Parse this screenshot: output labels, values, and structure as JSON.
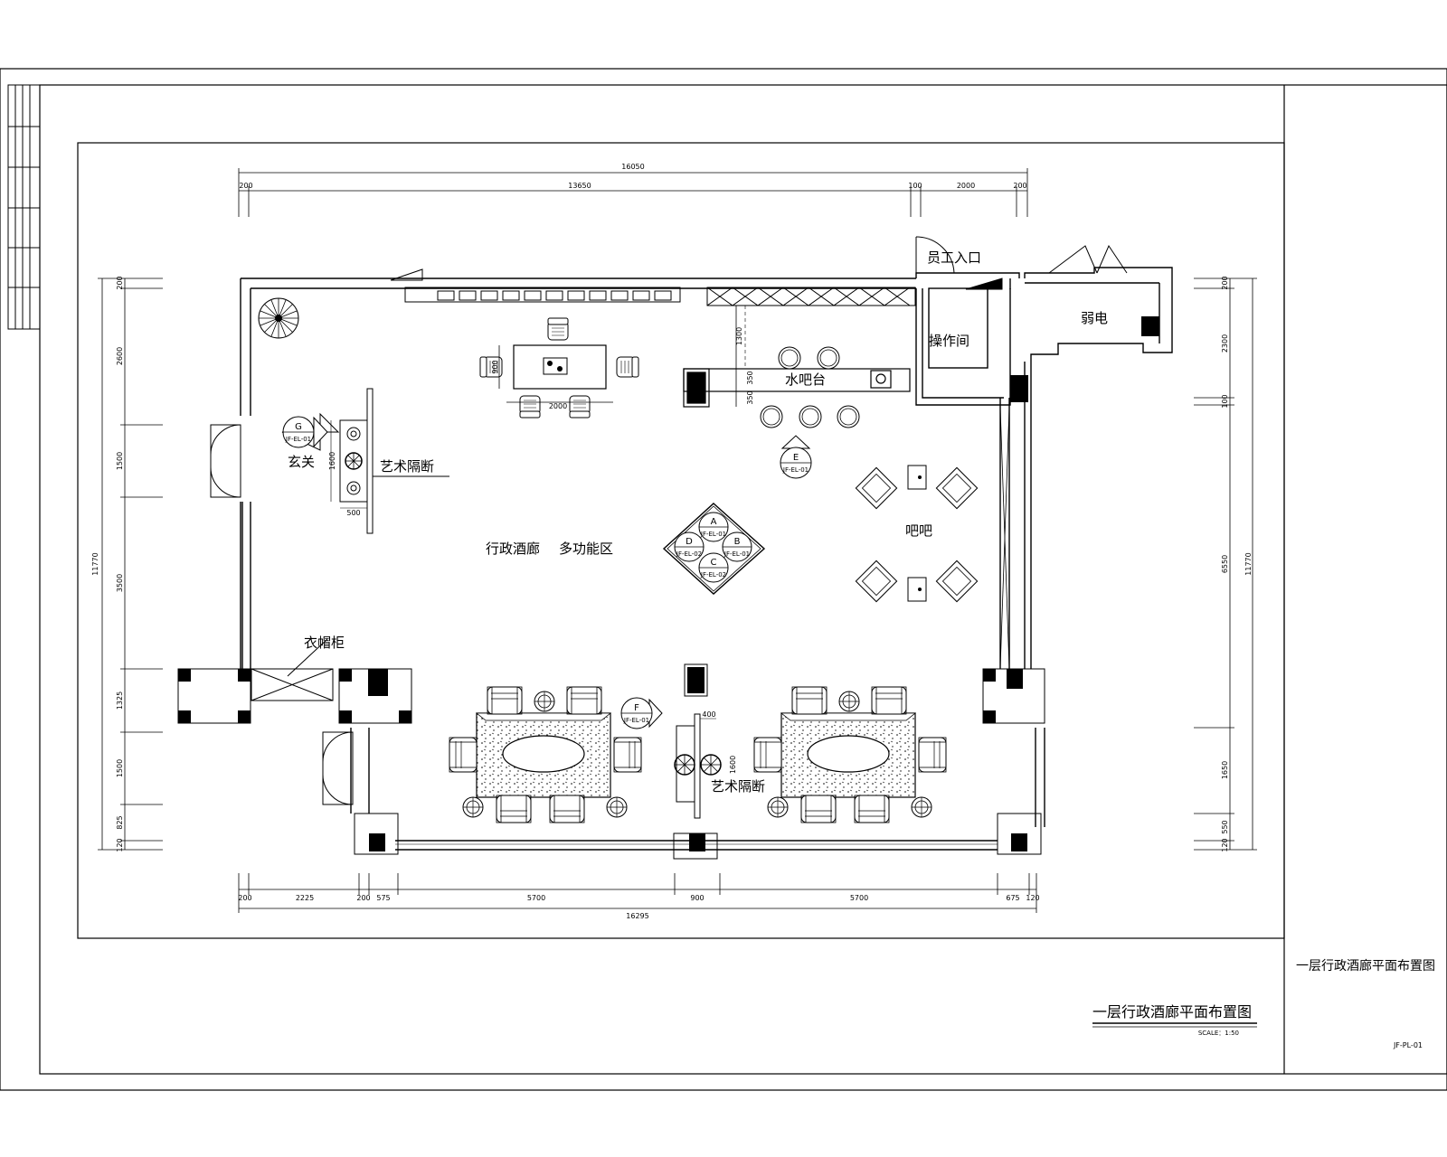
{
  "title_block": {
    "sheet_title": "一层行政酒廊平面布置图",
    "side_title": "一层行政酒廊平面布置图",
    "scale": "SCALE：1:50",
    "drawing_number": "JF-PL-01"
  },
  "rooms": {
    "entrance": "玄关",
    "art_partition_1": "艺术隔断",
    "lounge": "行政酒廊",
    "multi_area": "多功能区",
    "water_bar": "水吧台",
    "operation_room": "操作间",
    "staff_entry": "员工入口",
    "weak_current": "弱电",
    "bar": "吧吧",
    "coat_room": "衣帽柜",
    "art_partition_2": "艺术隔断"
  },
  "dimensions": {
    "top_total": "16050",
    "top_segs": [
      "200",
      "13650",
      "100",
      "2000",
      "200"
    ],
    "bottom_total": "16295",
    "bottom_segs": [
      "200",
      "2225",
      "200",
      "575",
      "5700",
      "900",
      "5700",
      "675",
      "120"
    ],
    "left_total": "11770",
    "left_segs": [
      "200",
      "2600",
      "1500",
      "3500",
      "1325",
      "1500",
      "825",
      "120"
    ],
    "right_total": "11770",
    "right_segs": [
      "200",
      "2300",
      "100",
      "6550",
      "1650",
      "550",
      "120"
    ],
    "table_w": "2000",
    "table_h": "900",
    "bar_a": "1300",
    "bar_b": "350",
    "bar_c": "350",
    "part1_h": "1600",
    "part1_w": "500",
    "part2_w": "400",
    "part2_h": "1600"
  },
  "elevation_tags": {
    "g": {
      "letter": "G",
      "sheet": "JF-EL-01"
    },
    "e": {
      "letter": "E",
      "sheet": "JF-EL-01"
    },
    "a": {
      "letter": "A",
      "sheet": "JF-EL-01"
    },
    "b": {
      "letter": "B",
      "sheet": "JF-EL-01"
    },
    "c": {
      "letter": "C",
      "sheet": "JF-EL-02"
    },
    "d": {
      "letter": "D",
      "sheet": "JF-EL-02"
    },
    "f": {
      "letter": "F",
      "sheet": "JF-EL-01"
    }
  }
}
